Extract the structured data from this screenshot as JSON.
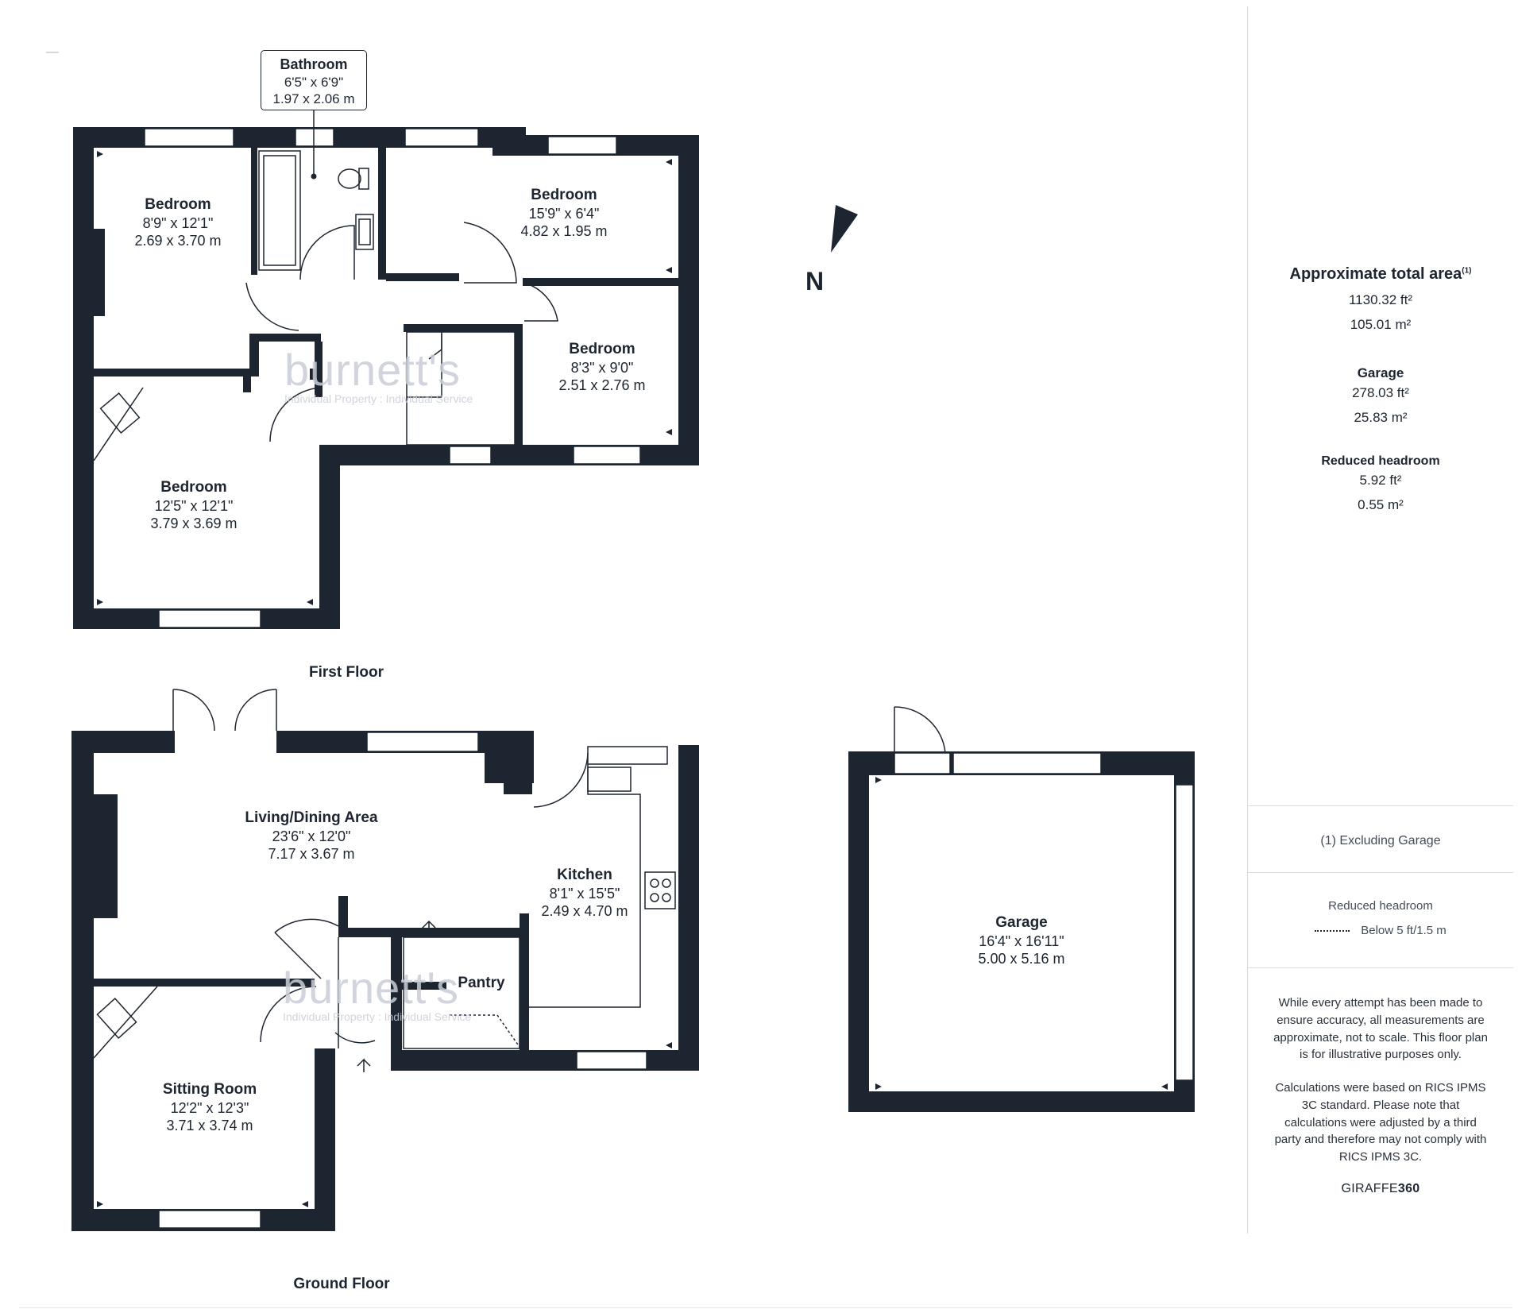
{
  "floors": {
    "first": {
      "label": "First Floor",
      "rooms": [
        {
          "name": "Bedroom",
          "imperial": "8'9\" x 12'1\"",
          "metric": "2.69 x 3.70 m"
        },
        {
          "name": "Bedroom",
          "imperial": "15'9\" x 6'4\"",
          "metric": "4.82 x 1.95 m"
        },
        {
          "name": "Bedroom",
          "imperial": "8'3\" x 9'0\"",
          "metric": "2.51 x 2.76 m"
        },
        {
          "name": "Bedroom",
          "imperial": "12'5\" x 12'1\"",
          "metric": "3.79 x 3.69 m"
        }
      ],
      "callout": {
        "name": "Bathroom",
        "imperial": "6'5\" x 6'9\"",
        "metric": "1.97 x 2.06 m"
      }
    },
    "ground": {
      "label": "Ground Floor",
      "rooms": [
        {
          "name": "Living/Dining Area",
          "imperial": "23'6\" x 12'0\"",
          "metric": "7.17 x 3.67 m"
        },
        {
          "name": "Kitchen",
          "imperial": "8'1\" x 15'5\"",
          "metric": "2.49 x 4.70 m"
        },
        {
          "name": "Pantry"
        },
        {
          "name": "Sitting Room",
          "imperial": "12'2\" x 12'3\"",
          "metric": "3.71 x 3.74 m"
        }
      ]
    },
    "garage": {
      "name": "Garage",
      "imperial": "16'4\" x 16'11\"",
      "metric": "5.00 x 5.16 m"
    }
  },
  "north_label": "N",
  "watermark": {
    "brand": "burnett's",
    "tagline": "Individual Property : Individual Service"
  },
  "sidebar": {
    "total_title": "Approximate total area",
    "total_footnote": "(1)",
    "total_ft": "1130.32 ft²",
    "total_m": "105.01 m²",
    "garage_title": "Garage",
    "garage_ft": "278.03 ft²",
    "garage_m": "25.83 m²",
    "reduced_title": "Reduced headroom",
    "reduced_ft": "5.92 ft²",
    "reduced_m": "0.55 m²",
    "footnote": "(1)  Excluding Garage",
    "legend_title": "Reduced headroom",
    "legend_text": "Below 5 ft/1.5 m",
    "disclaimer_1": "While every attempt has been made to ensure accuracy, all measurements are approximate, not to scale. This floor plan is for illustrative purposes only.",
    "disclaimer_2": "Calculations were based on RICS IPMS 3C standard. Please note that calculations were adjusted by a third party and therefore may not comply with RICS IPMS 3C.",
    "brand_a": "GIRAFFE",
    "brand_b": "360"
  },
  "colors": {
    "wall": "#1d2530",
    "line": "#1d2530",
    "background": "#ffffff"
  }
}
